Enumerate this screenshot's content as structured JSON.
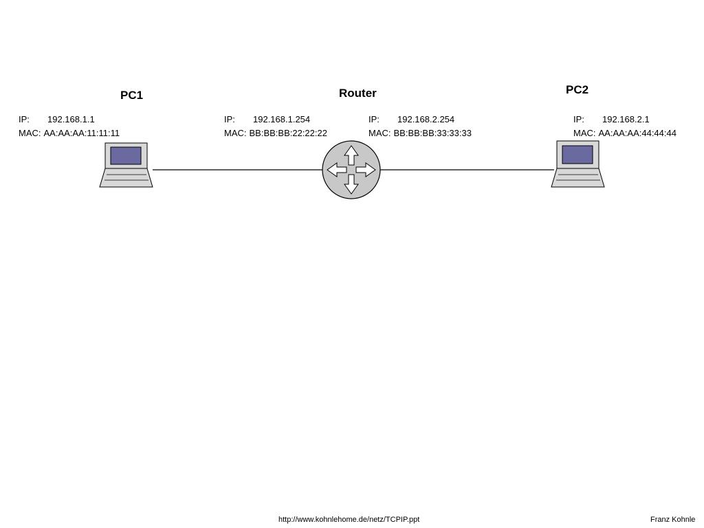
{
  "nodes": {
    "pc1": {
      "title": "PC1",
      "ip_label": "IP:",
      "ip": "192.168.1.1",
      "mac_label": "MAC:",
      "mac": "AA:AA:AA:11:11:11"
    },
    "router": {
      "title": "Router",
      "left": {
        "ip_label": "IP:",
        "ip": "192.168.1.254",
        "mac_label": "MAC:",
        "mac": "BB:BB:BB:22:22:22"
      },
      "right": {
        "ip_label": "IP:",
        "ip": "192.168.2.254",
        "mac_label": "MAC:",
        "mac": "BB:BB:BB:33:33:33"
      }
    },
    "pc2": {
      "title": "PC2",
      "ip_label": "IP:",
      "ip": "192.168.2.1",
      "mac_label": "MAC:",
      "mac": "AA:AA:AA:44:44:44"
    }
  },
  "footer": {
    "url": "http://www.kohnlehome.de/netz/TCPIP.ppt",
    "author": "Franz Kohnle"
  },
  "colors": {
    "screen": "#6a6aa0",
    "router_fill": "#c8c8c8",
    "device_fill": "#d8d8d8",
    "line": "#000000"
  }
}
